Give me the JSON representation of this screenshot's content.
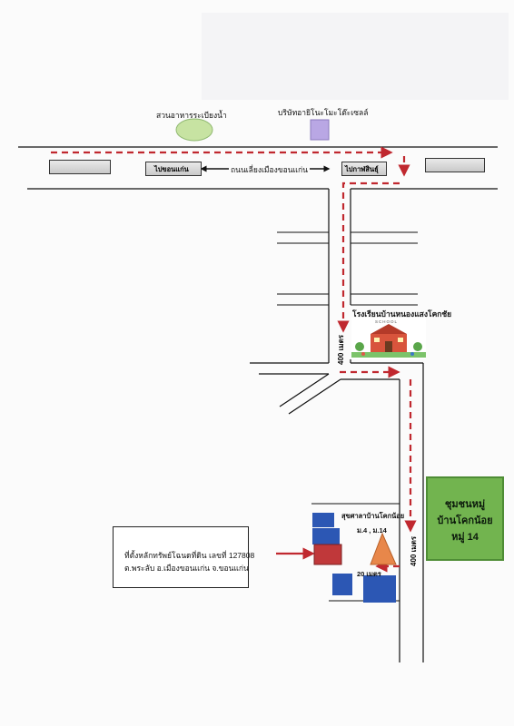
{
  "landmarks": {
    "restaurant": "สวนอาหารระเบียงน้ำ",
    "company": "บริษัทอายิโนะโมะโต๊ะเซลล์",
    "school": "โรงเรียนบ้านหนองแสงโคกชัย",
    "school_sign": "SCHOOL",
    "health_center_line1": "สุขศาลาบ้านโคกน้อย",
    "health_center_line2": "ม.4 , ม.14"
  },
  "road": {
    "to_left": "ไปขอนแก่น",
    "name": "ถนนเลี่ยงเมืองขอนแก่น",
    "to_right": "ไปกาฬสินธุ์"
  },
  "distances": {
    "leg1": "400 เมตร",
    "leg2": "400 เมตร",
    "leg3": "20 เมตร"
  },
  "parcel_box": {
    "line1": "ที่ตั้งหลักทรัพย์โฉนดที่ดิน  เลขที่  127808",
    "line2": "ต.พระลับ  อ.เมืองขอนแก่น  จ.ขอนแก่น"
  },
  "village_box": {
    "line1": "ชุมชนหมู่",
    "line2": "บ้านโคกน้อย",
    "line3": "หมู่ 14"
  },
  "colors": {
    "route": "#c0282f",
    "village": "#72b44f",
    "building_blue": "#2c57b4",
    "parcel_red": "#c0383a",
    "health_center": "#e8874a",
    "restaurant": "#c7e3a2",
    "company": "#b9a7e4"
  }
}
